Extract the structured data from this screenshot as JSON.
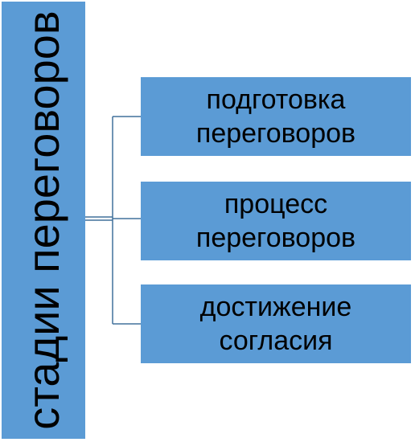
{
  "root": {
    "label": "стадии переговоров"
  },
  "children": [
    {
      "line1": "подготовка",
      "line2": "переговоров"
    },
    {
      "line1": "процесс",
      "line2": "переговоров"
    },
    {
      "line1": "достижение",
      "line2": "согласия"
    }
  ],
  "colors": {
    "box_fill": "#5b9bd5",
    "connector": "#41719c",
    "text": "#000000"
  }
}
